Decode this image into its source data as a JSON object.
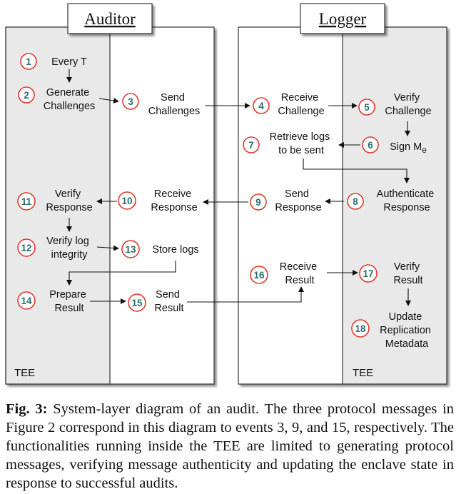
{
  "titles": {
    "auditor": "Auditor",
    "logger": "Logger"
  },
  "tee_label": "TEE",
  "steps": {
    "s1": {
      "num": "1",
      "lines": [
        "Every T"
      ]
    },
    "s2": {
      "num": "2",
      "lines": [
        "Generate",
        "Challenges"
      ]
    },
    "s3": {
      "num": "3",
      "lines": [
        "Send",
        "Challenges"
      ]
    },
    "s4": {
      "num": "4",
      "lines": [
        "Receive",
        "Challenge"
      ]
    },
    "s5": {
      "num": "5",
      "lines": [
        "Verify",
        "Challenge"
      ]
    },
    "s6": {
      "num": "6",
      "lines": [
        "Sign M",
        "e"
      ]
    },
    "s7": {
      "num": "7",
      "lines": [
        "Retrieve logs",
        "to be sent"
      ]
    },
    "s8": {
      "num": "8",
      "lines": [
        "Authenticate",
        "Response"
      ]
    },
    "s9": {
      "num": "9",
      "lines": [
        "Send",
        "Response"
      ]
    },
    "s10": {
      "num": "10",
      "lines": [
        "Receive",
        "Response"
      ]
    },
    "s11": {
      "num": "11",
      "lines": [
        "Verify",
        "Response"
      ]
    },
    "s12": {
      "num": "12",
      "lines": [
        "Verify log",
        "integrity"
      ]
    },
    "s13": {
      "num": "13",
      "lines": [
        "Store logs"
      ]
    },
    "s14": {
      "num": "14",
      "lines": [
        "Prepare",
        "Result"
      ]
    },
    "s15": {
      "num": "15",
      "lines": [
        "Send",
        "Result"
      ]
    },
    "s16": {
      "num": "16",
      "lines": [
        "Receive",
        "Result"
      ]
    },
    "s17": {
      "num": "17",
      "lines": [
        "Verify",
        "Result"
      ]
    },
    "s18": {
      "num": "18",
      "lines": [
        "Update",
        "Replication",
        "Metadata"
      ]
    }
  },
  "caption": {
    "label": "Fig. 3:",
    "text": " System-layer diagram of an audit. The three protocol messages in Figure 2 correspond in this diagram to events 3, 9, and 15, respectively. The functionalities running inside the TEE are limited to generating protocol messages, verifying message authenticity and updating the enclave state in response to successful audits."
  },
  "colors": {
    "tee_fill": "#e9e9e9",
    "border": "#333333",
    "circle_stroke": "#e0392b",
    "number": "#2a6f6f"
  }
}
